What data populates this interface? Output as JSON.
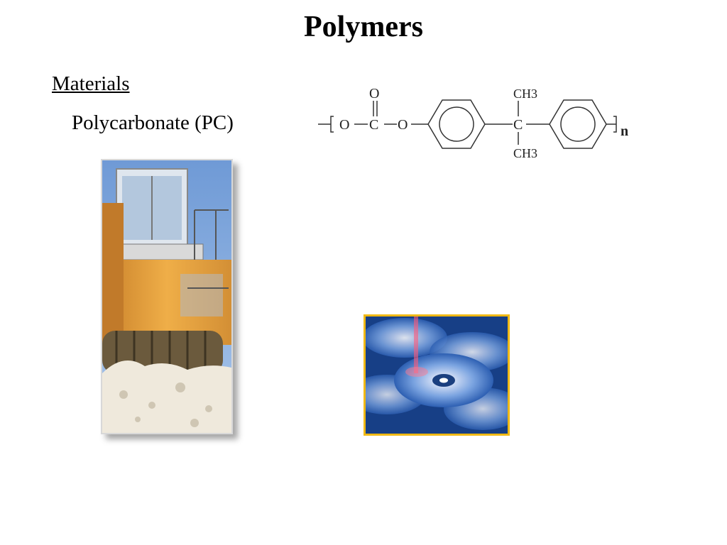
{
  "slide": {
    "title": "Polymers",
    "section_heading": "Materials",
    "material_name": "Polycarbonate (PC)"
  },
  "formula": {
    "carbonyl_o": "O",
    "carbonyl_c": "C",
    "ester_o_left": "O",
    "ester_o_right": "O",
    "methyl_top": "CH3",
    "quaternary_c": "C",
    "methyl_bottom": "CH3",
    "repeat_n": "n"
  },
  "colors": {
    "cd_frame": "#f0b915",
    "excavator_body": "#e8a33a",
    "sky": "#7fa9dc"
  }
}
